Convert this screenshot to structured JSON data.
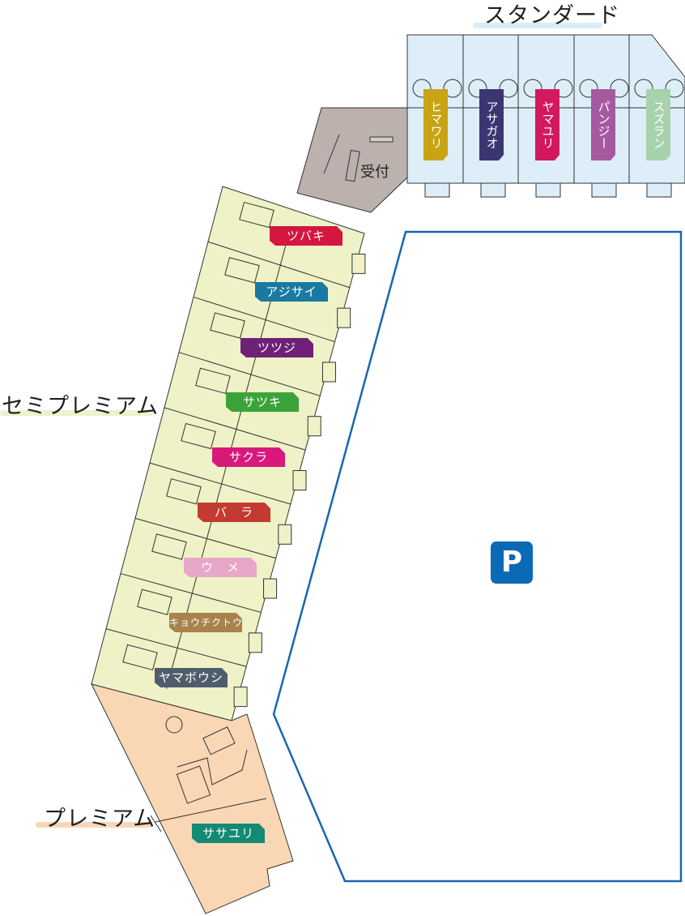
{
  "categories": {
    "standard": {
      "label": "スタンダード",
      "fill": "#ddeef8",
      "underline": "#dcecf6"
    },
    "semi_premium": {
      "label": "セミプレミアム",
      "fill": "#eef2c6",
      "underline": "#eef1cc"
    },
    "premium": {
      "label": "プレミアム",
      "fill": "#f9d6b4",
      "underline": "#f8d7b8"
    }
  },
  "reception": {
    "label": "受付",
    "fill": "#bcb1ad"
  },
  "standard_units": [
    {
      "name": "ヒマワリ",
      "color": "#c8a313"
    },
    {
      "name": "アサガオ",
      "color": "#3b3571"
    },
    {
      "name": "ヤマユリ",
      "color": "#d3195e"
    },
    {
      "name": "パンジー",
      "color": "#a55aa0"
    },
    {
      "name": "スズラン",
      "color": "#a8d2ac"
    }
  ],
  "semi_premium_units": [
    {
      "name": "ツバキ",
      "color": "#d5163f"
    },
    {
      "name": "アジサイ",
      "color": "#1979a1"
    },
    {
      "name": "ツツジ",
      "color": "#6f2077"
    },
    {
      "name": "サツキ",
      "color": "#3ba33a"
    },
    {
      "name": "サクラ",
      "color": "#d8197b"
    },
    {
      "name": "バ　ラ",
      "color": "#c23a30"
    },
    {
      "name": "ウ　メ",
      "color": "#e8a7c8"
    },
    {
      "name": "キョウチクトウ",
      "color": "#a8824d"
    },
    {
      "name": "ヤマボウシ",
      "color": "#4e5d6b"
    }
  ],
  "premium_units": [
    {
      "name": "ササユリ",
      "color": "#148a74"
    }
  ],
  "parking": {
    "symbol": "P",
    "border_color": "#1a66b0"
  }
}
